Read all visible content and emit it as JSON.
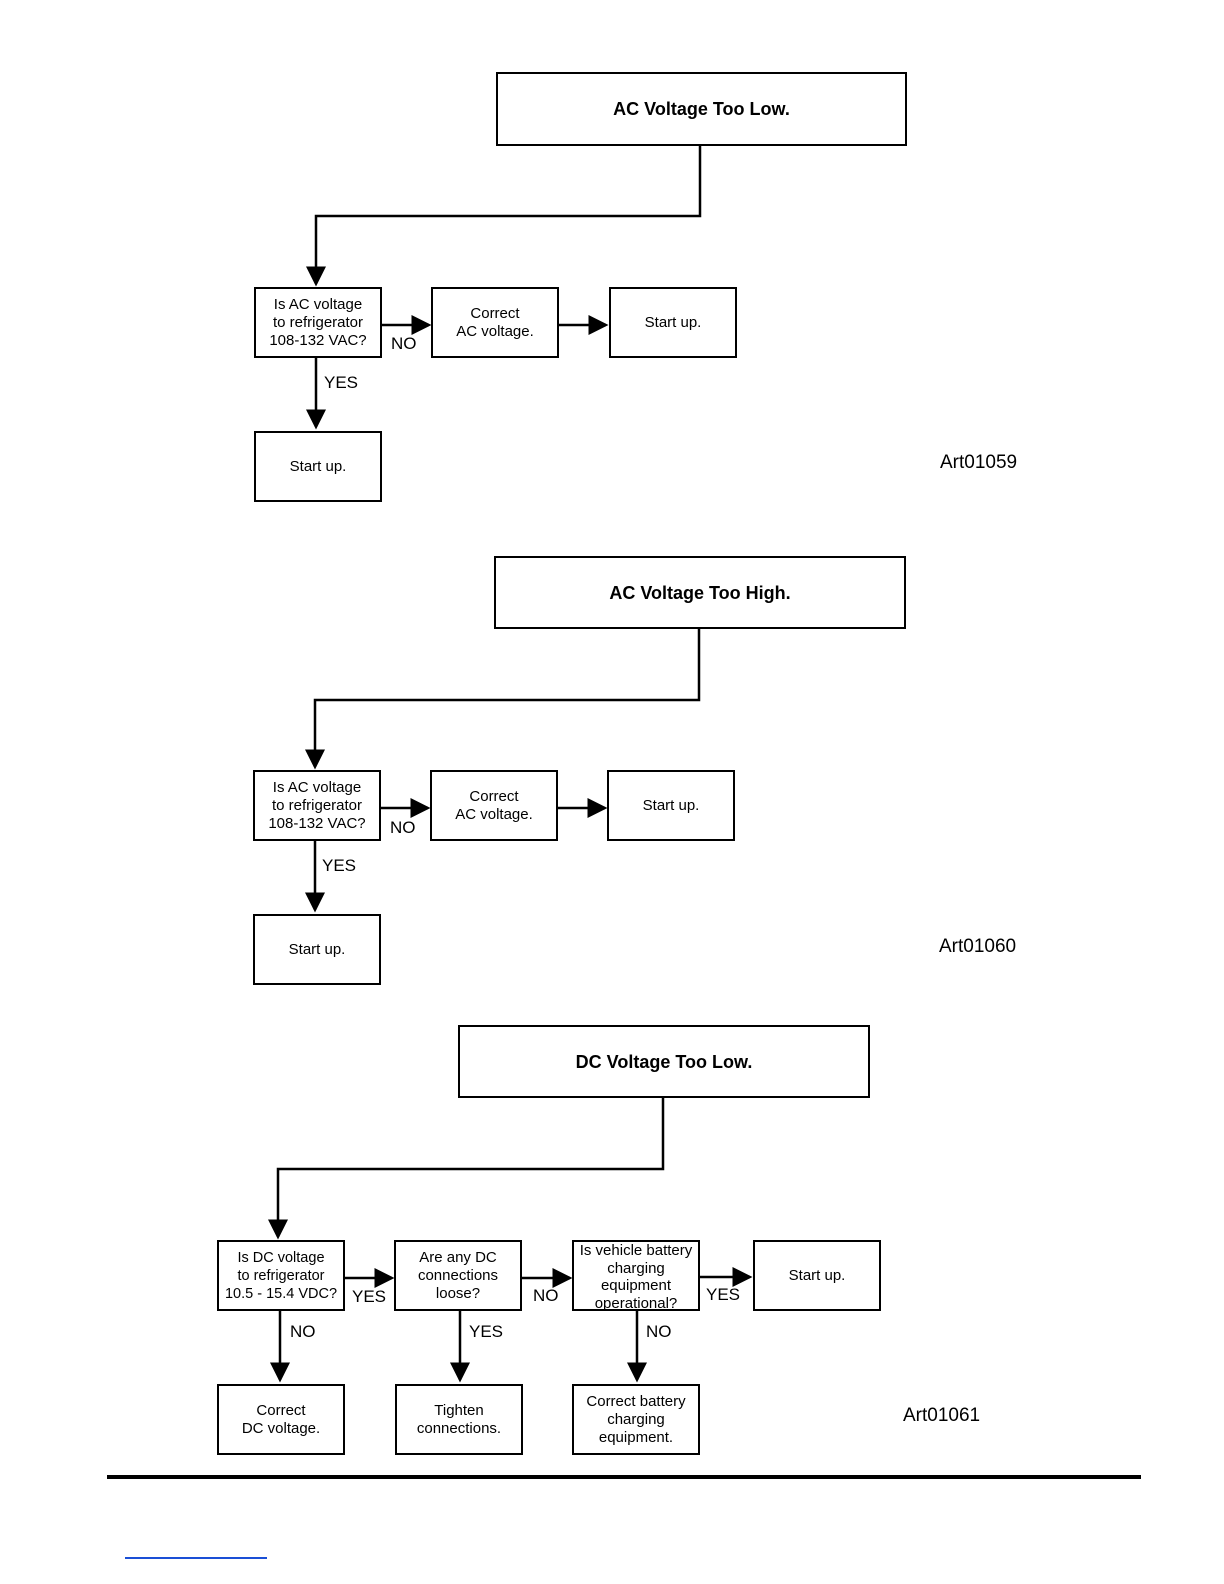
{
  "diagram1": {
    "title": "AC Voltage Too Low.",
    "question": "Is AC voltage\nto refrigerator\n108-132 VAC?",
    "correct": "Correct\nAC voltage.",
    "startup_right": "Start up.",
    "startup_below": "Start up.",
    "no_label": "NO",
    "yes_label": "YES",
    "art_id": "Art01059"
  },
  "diagram2": {
    "title": "AC Voltage Too High.",
    "question": "Is AC voltage\nto refrigerator\n108-132 VAC?",
    "correct": "Correct\nAC voltage.",
    "startup_right": "Start up.",
    "startup_below": "Start up.",
    "no_label": "NO",
    "yes_label": "YES",
    "art_id": "Art01060"
  },
  "diagram3": {
    "title": "DC Voltage Too Low.",
    "question1": "Is DC voltage\nto refrigerator\n10.5 - 15.4 VDC?",
    "question2": "Are any DC\nconnections\nloose?",
    "question3": "Is vehicle battery\ncharging\nequipment\noperational?",
    "startup": "Start up.",
    "correct_dc": "Correct\nDC voltage.",
    "tighten": "Tighten\nconnections.",
    "correct_battery": "Correct battery\ncharging\nequipment.",
    "q1_yes": "YES",
    "q1_no": "NO",
    "q2_no": "NO",
    "q2_yes": "YES",
    "q3_yes": "YES",
    "q3_no": "NO",
    "art_id": "Art01061"
  }
}
